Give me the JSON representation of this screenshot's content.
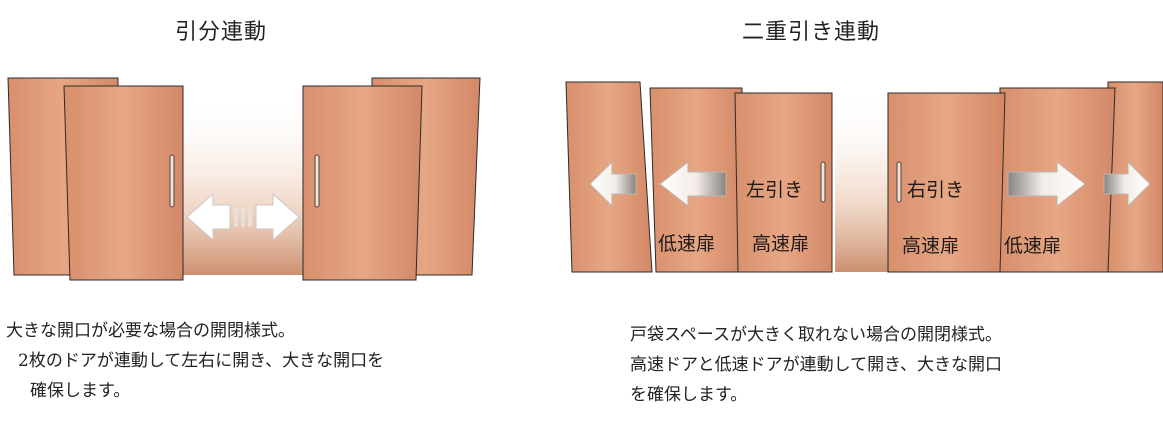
{
  "left_panel": {
    "title": "引分連動",
    "description": [
      "大きな開口が必要な場合の開閉様式。",
      "2枚のドアが連動して左右に開き、大きな開口を",
      "確保します。"
    ]
  },
  "right_panel": {
    "title": "二重引き連動",
    "door_labels": {
      "left_high_top": "左引き",
      "left_high_bottom": "高速扉",
      "left_low": "低速扉",
      "right_high_top": "右引き",
      "right_high_bottom": "高速扉",
      "right_low": "低速扉"
    },
    "description": [
      "戸袋スペースが大きく取れない場合の開閉様式。",
      "高速ドアと低速ドアが連動して開き、大きな開口",
      "を確保します。"
    ]
  },
  "colors": {
    "door_fill": "#e2a07e",
    "door_edge": "#2b2b2b",
    "opening_glow": "#c98a68"
  }
}
